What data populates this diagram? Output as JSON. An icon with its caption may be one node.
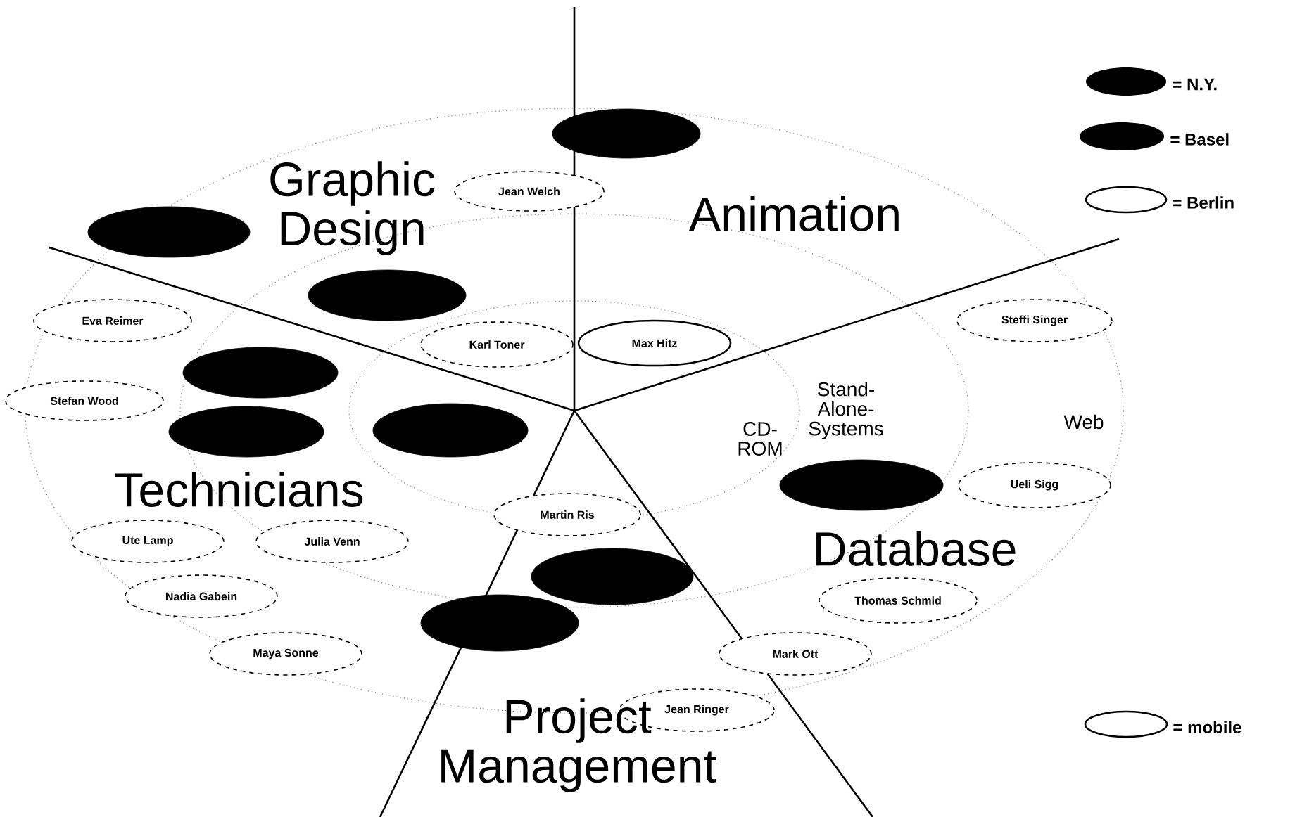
{
  "diagram": {
    "nodes": [
      {
        "text": [],
        "shape": "ellipse"
      },
      {
        "text": [
          "Jean Welch"
        ]
      },
      {
        "text": [],
        "shape": "ellipse"
      },
      {
        "text": [],
        "shape": "ellipse"
      },
      {
        "text": [
          "Eva Reimer"
        ]
      },
      {
        "text": [
          "Karl Toner"
        ]
      },
      {
        "text": [
          "Max Hitz"
        ]
      },
      {
        "text": [
          "Steffi Singer"
        ]
      },
      {
        "text": [],
        "shape": "ellipse"
      },
      {
        "text": [
          "Stefan Wood"
        ]
      },
      {
        "text": [],
        "shape": "ellipse"
      },
      {
        "text": [],
        "shape": "ellipse"
      },
      {
        "text": [],
        "shape": "ellipse"
      },
      {
        "text": [
          "Ueli Sigg"
        ]
      },
      {
        "text": [
          "Martin Ris"
        ]
      },
      {
        "text": [
          "Ute Lamp"
        ]
      },
      {
        "text": [
          "Julia Venn"
        ]
      },
      {
        "text": [],
        "shape": "ellipse"
      },
      {
        "text": [
          "Nadia Gabein"
        ]
      },
      {
        "text": [
          "Thomas Schmid"
        ]
      },
      {
        "text": [],
        "shape": "ellipse"
      },
      {
        "text": [
          "Maya Sonne"
        ]
      },
      {
        "text": [
          "Mark Ott"
        ]
      },
      {
        "text": [
          "Jean Ringer"
        ]
      }
    ],
    "labels": [
      "Graphic Design",
      "Animation",
      "Stand- Alone- Systems",
      "CD- ROM",
      "Web",
      "Technicians",
      "Database",
      "Project Management"
    ],
    "legend": [
      {
        "text": "= N.Y.",
        "color": "#000000"
      },
      {
        "text": "= Basel",
        "color": "#000000"
      },
      {
        "text": "= Berlin"
      },
      {
        "text": "= mobile"
      }
    ]
  }
}
